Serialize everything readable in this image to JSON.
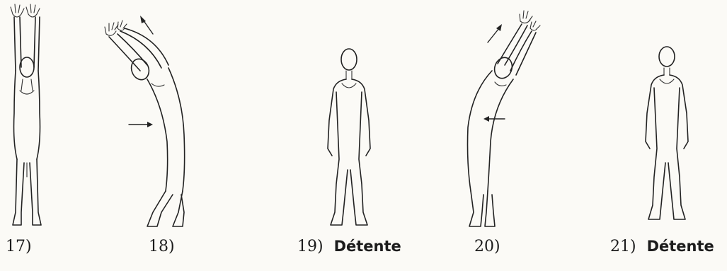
{
  "figures": [
    {
      "number": "17)",
      "label": "",
      "pose": "arms-raised-overhead"
    },
    {
      "number": "18)",
      "label": "",
      "pose": "side-bend-left"
    },
    {
      "number": "19)",
      "label": "Détente",
      "pose": "standing-relaxed"
    },
    {
      "number": "20)",
      "label": "",
      "pose": "side-bend-right"
    },
    {
      "number": "21)",
      "label": "Détente",
      "pose": "standing-relaxed"
    }
  ]
}
